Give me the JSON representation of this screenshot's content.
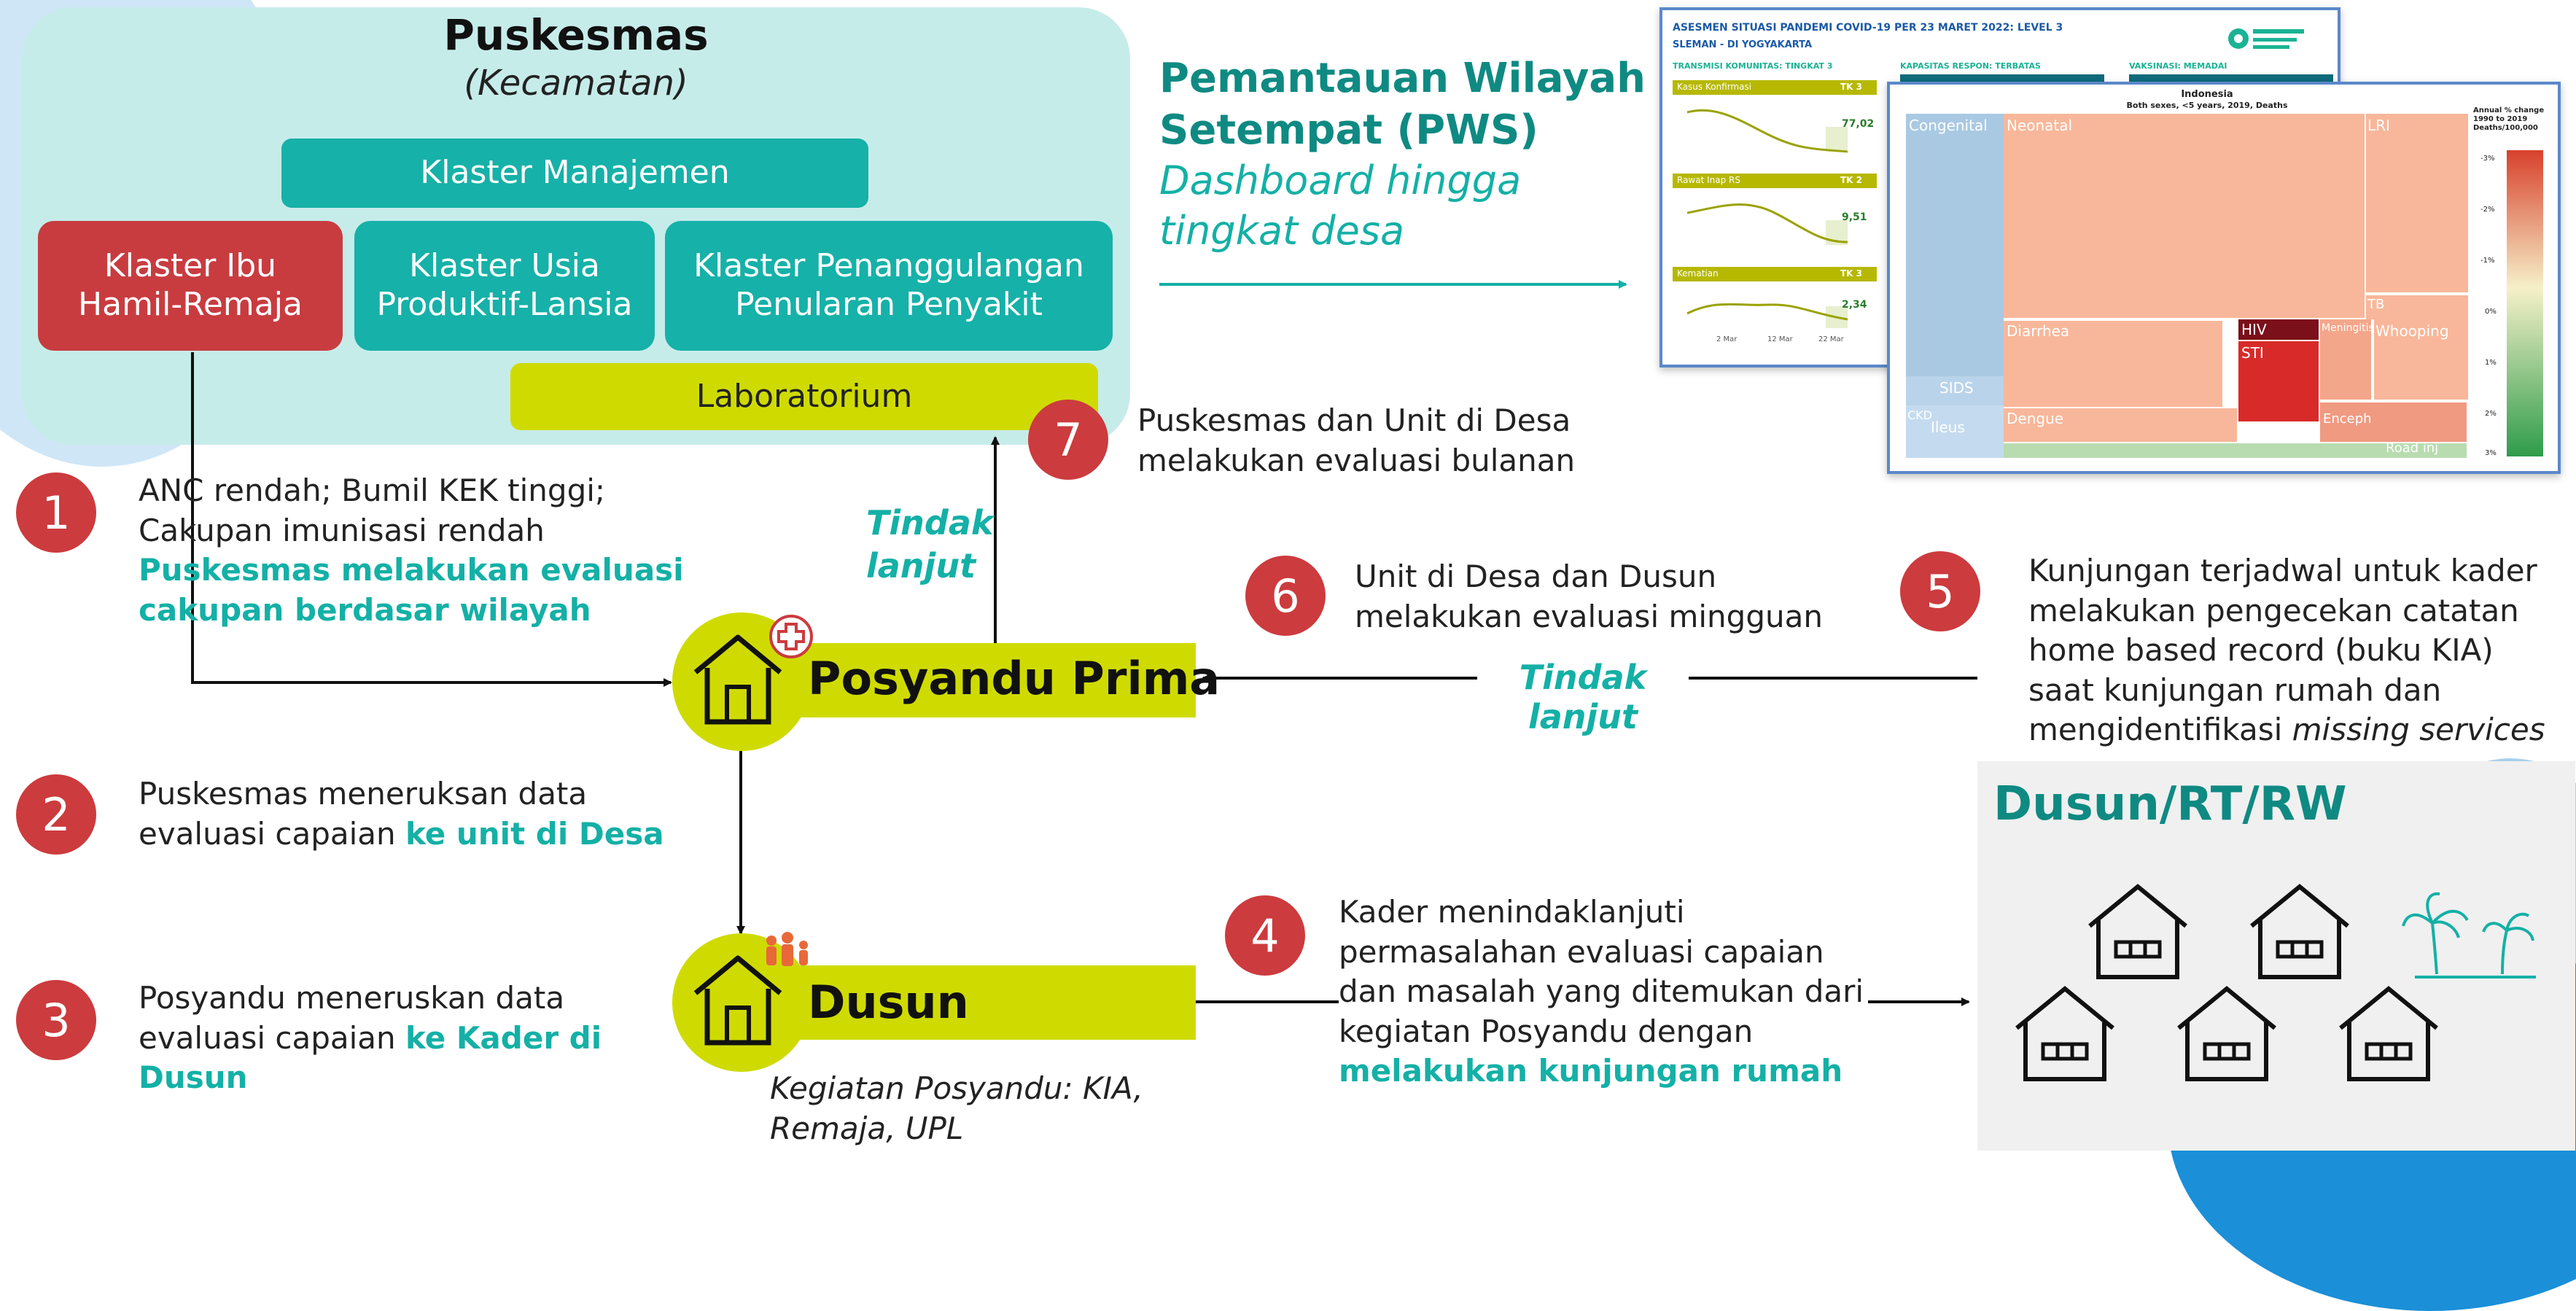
{
  "puskesmas": {
    "title": "Puskesmas",
    "subtitle": "(Kecamatan)",
    "klaster": {
      "manajemen": "Klaster Manajemen",
      "ibu_line1": "Klaster Ibu",
      "ibu_line2": "Hamil-Remaja",
      "usia_line1": "Klaster Usia",
      "usia_line2": "Produktif-Lansia",
      "penyakit_line1": "Klaster Penanggulangan",
      "penyakit_line2": "Penularan Penyakit",
      "laboratorium": "Laboratorium"
    }
  },
  "pws": {
    "title_line1": "Pemantauan Wilayah",
    "title_line2": "Setempat (PWS)",
    "sub_line1": "Dashboard hingga",
    "sub_line2": "tingkat desa"
  },
  "dashboard1": {
    "header": "ASESMEN SITUASI PANDEMI COVID-19 PER 23 MARET 2022: LEVEL 3",
    "region": "SLEMAN - DI YOGYAKARTA",
    "transmisi": "TRANSMISI KOMUNITAS: TINGKAT 3",
    "kapasitas": "KAPASITAS RESPON: TERBATAS",
    "vaksinasi": "VAKSINASI: MEMADAI",
    "panels": [
      {
        "label": "Kasus Konfirmasi",
        "level": "TK 3",
        "value": "77,02"
      },
      {
        "label": "Rawat Inap RS",
        "level": "TK 2",
        "value": "9,51"
      },
      {
        "label": "Kematian",
        "level": "TK 3",
        "value": "2,34"
      }
    ],
    "x_ticks": [
      "2 Mar",
      "12 Mar",
      "22 Mar"
    ]
  },
  "dashboard2": {
    "title": "Indonesia",
    "subtitle": "Both sexes, <5 years, 2019, Deaths",
    "legend_title": "Annual % change 1990 to 2019 Deaths/100,000",
    "cells": [
      "Congenital",
      "Neonatal",
      "LRI",
      "TB",
      "Diarrhea",
      "HIV",
      "STI",
      "Meningitis",
      "Whooping",
      "SIDS",
      "Ileus",
      "Dengue",
      "Enceph",
      "Road inj",
      "CKD"
    ],
    "legend_ticks": [
      "-3%",
      "-2%",
      "-1%",
      "0%",
      "1%",
      "2%",
      "3%"
    ],
    "colors": {
      "blue": "#a9c9e3",
      "salmon": "#f8b79a",
      "darkred": "#7b0f1a",
      "red": "#d92a2a",
      "green": "#b8dcb0"
    }
  },
  "steps": [
    {
      "num": "1",
      "line1": "ANC rendah; Bumil KEK tinggi;",
      "line2": "Cakupan imunisasi rendah",
      "hl1": "Puskesmas melakukan evaluasi",
      "hl2": "cakupan berdasar wilayah"
    },
    {
      "num": "2",
      "line1": "Puskesmas meneruksan data",
      "line2a": "evaluasi capaian ",
      "hl": "ke unit di Desa"
    },
    {
      "num": "3",
      "line1": "Posyandu meneruskan data",
      "line2a": "evaluasi capaian ",
      "hl1": "ke Kader di",
      "hl2": "Dusun"
    },
    {
      "num": "4",
      "line1": "Kader menindaklanjuti",
      "line2": "permasalahan evaluasi capaian",
      "line3": "dan masalah yang ditemukan dari",
      "line4": "kegiatan Posyandu dengan",
      "hl": "melakukan kunjungan rumah"
    },
    {
      "num": "5",
      "line1": "Kunjungan terjadwal untuk kader",
      "line2": "melakukan pengecekan catatan",
      "line3": "home based record (buku KIA)",
      "line4": "saat kunjungan rumah dan",
      "line5a": "mengidentifikasi ",
      "line5b": "missing services"
    },
    {
      "num": "6",
      "line1": "Unit di Desa dan Dusun",
      "line2": "melakukan evaluasi mingguan"
    },
    {
      "num": "7",
      "line1": "Puskesmas dan Unit di Desa",
      "line2": "melakukan evaluasi bulanan"
    }
  ],
  "tindak_lanjut_1": "Tindak",
  "tindak_lanjut_2": "lanjut",
  "tindak_lanjut_h": "Tindak lanjut",
  "posyandu_prima": "Posyandu Prima",
  "dusun": "Dusun",
  "kegiatan_line1": "Kegiatan Posyandu: KIA,",
  "kegiatan_line2": "Remaja, UPL",
  "dusun_rt_rw": "Dusun/RT/RW",
  "colors": {
    "teal": "#16b1a8",
    "red": "#cc3b3e",
    "lime": "#cfdb00",
    "dark_teal": "#0f8a82"
  }
}
